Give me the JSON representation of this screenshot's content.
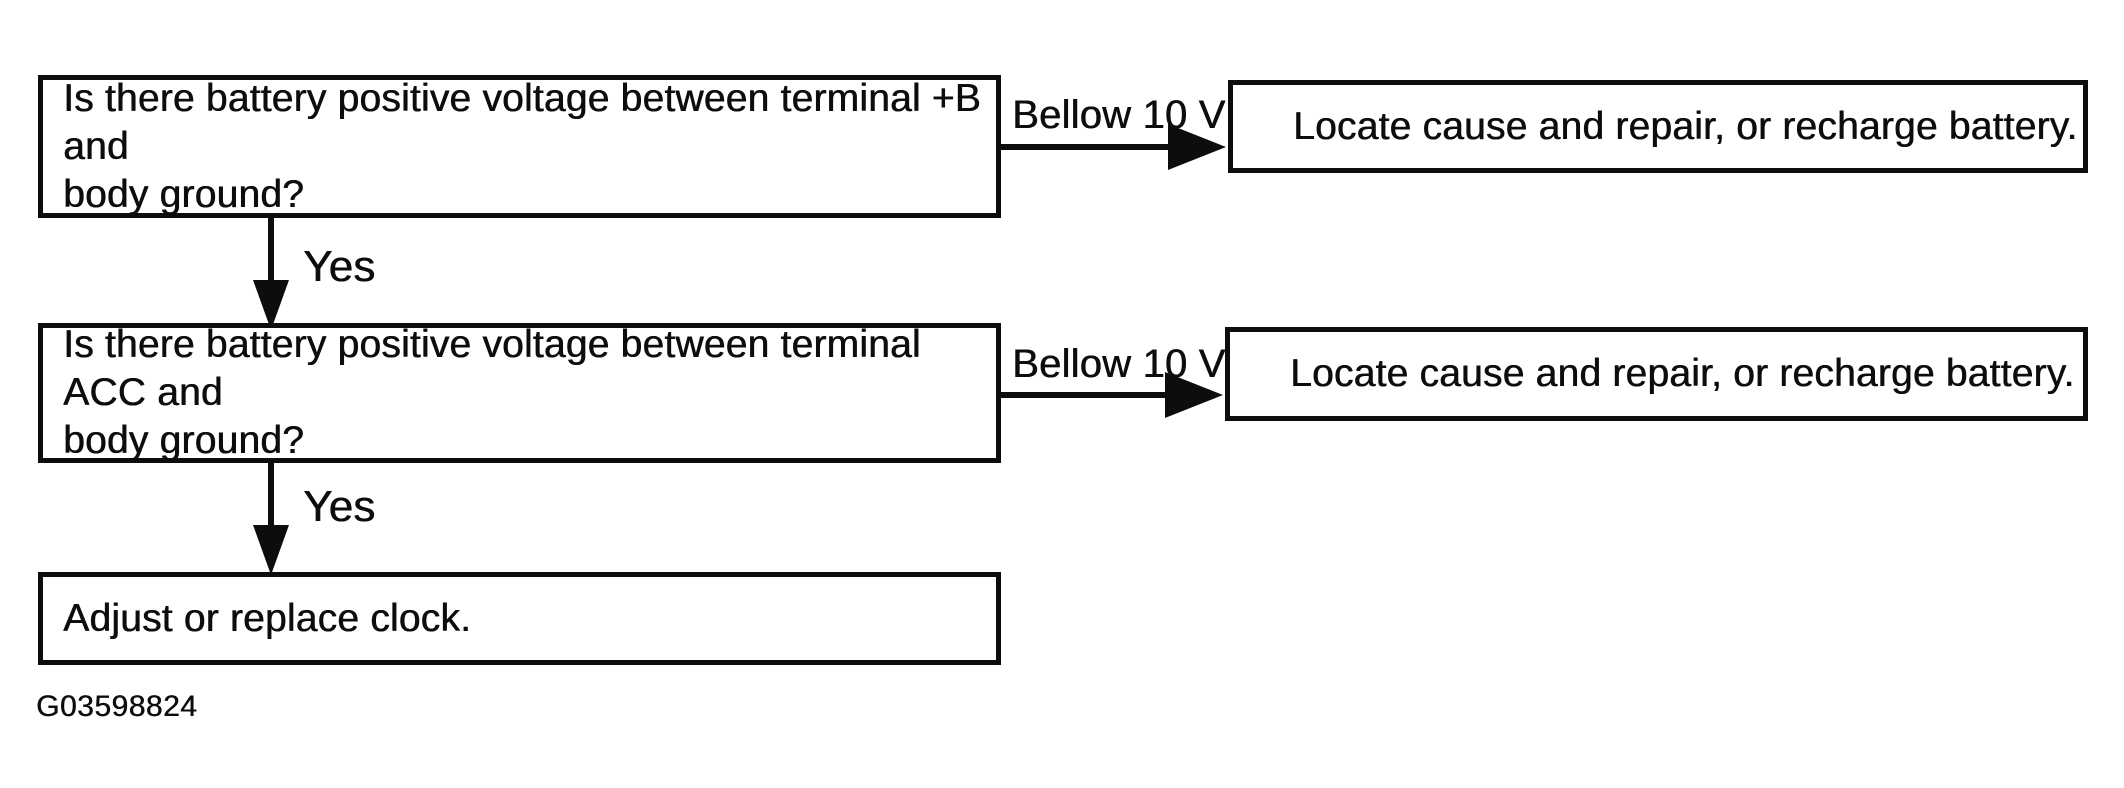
{
  "figure_id": "G03598824",
  "colors": {
    "ink": "#0d0d0d",
    "background": "#ffffff"
  },
  "flowchart": {
    "type": "troubleshooting-flowchart",
    "steps": [
      {
        "id": "q1",
        "question": "Is there battery positive voltage between terminal +B and\nbody ground?",
        "no_label": "Bellow 10 V",
        "no_result": "Locate cause and repair, or recharge battery.",
        "yes_label": "Yes"
      },
      {
        "id": "q2",
        "question": "Is there battery positive voltage between terminal ACC and\nbody ground?",
        "no_label": "Bellow 10 V",
        "no_result": "Locate cause and repair, or recharge battery.",
        "yes_label": "Yes"
      },
      {
        "id": "end",
        "action": "Adjust or replace clock."
      }
    ]
  }
}
